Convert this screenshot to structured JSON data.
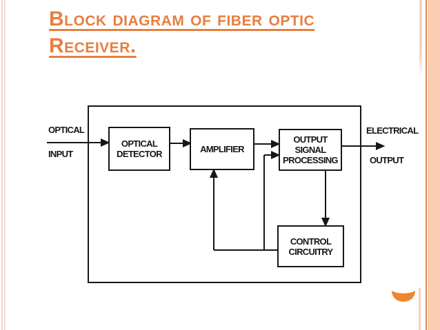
{
  "colors": {
    "title": "#E87E3E",
    "accent_band": "#FBCDB2",
    "accent_line": "#DE8A57",
    "pale_line": "#F0D3C7",
    "ellipse": "#F0862E",
    "ink": "#161616"
  },
  "title": {
    "line1": "Block diagram of fiber optic",
    "line2": "Receiver."
  },
  "diagram": {
    "labels": {
      "input_top": "OPTICAL",
      "input_bottom": "INPUT",
      "output_top": "ELECTRICAL",
      "output_bottom": "OUTPUT"
    },
    "blocks": {
      "optical_detector": "OPTICAL\nDETECTOR",
      "amplifier": "AMPLIFIER",
      "output_signal_processing": "OUTPUT\nSIGNAL\nPROCESSING",
      "control_circuitry": "CONTROL\nCIRCUITRY"
    }
  }
}
